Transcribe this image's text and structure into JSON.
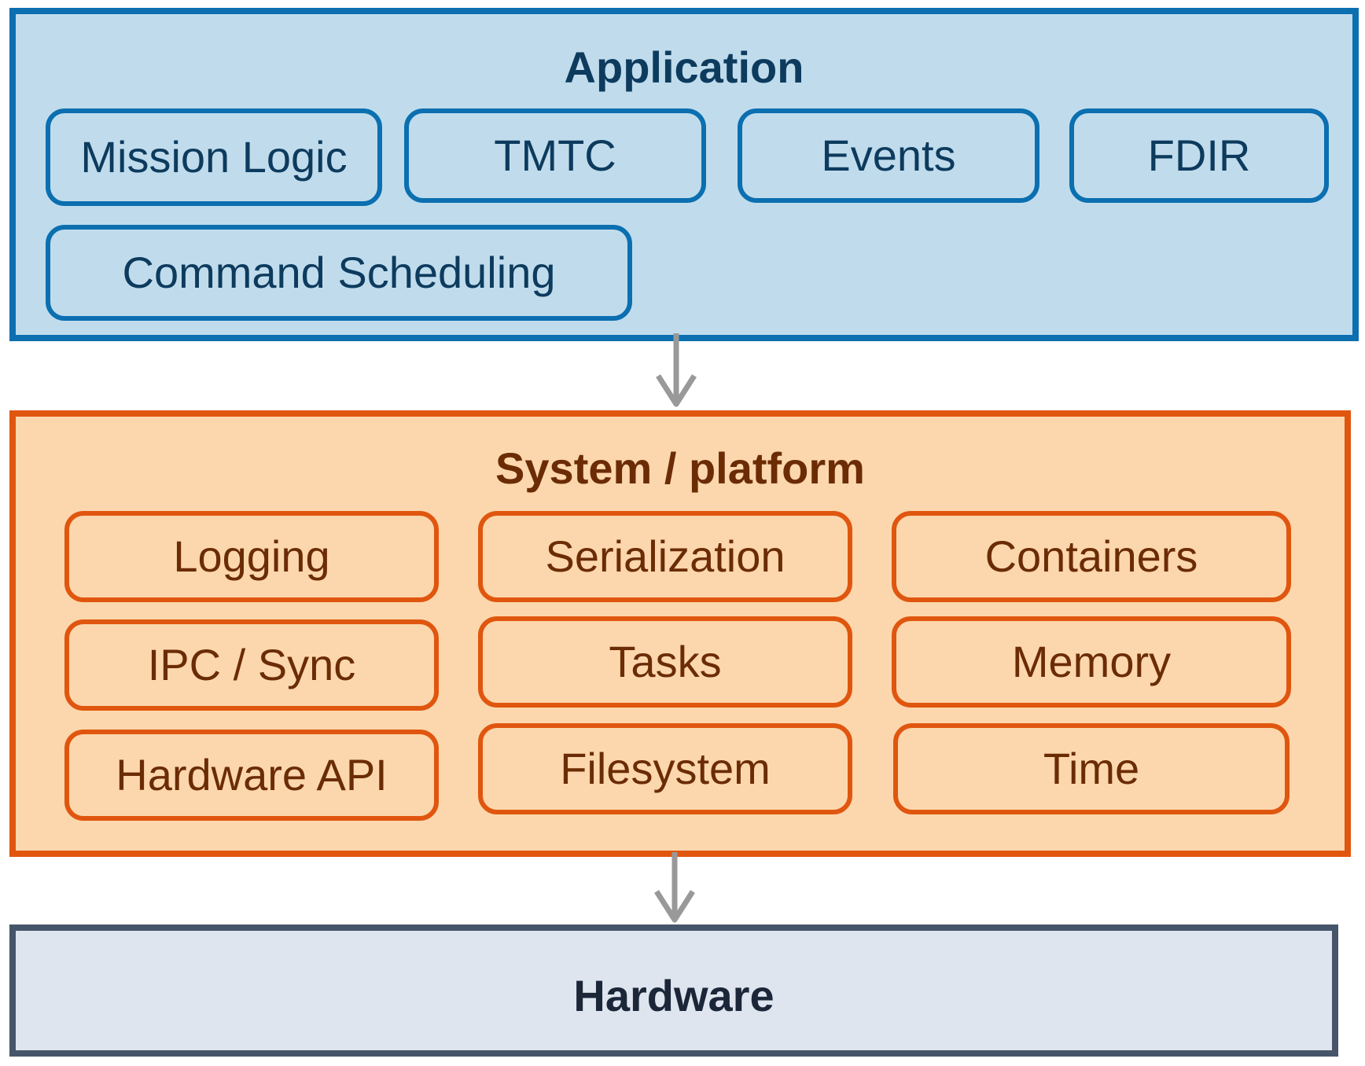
{
  "application": {
    "title": "Application",
    "components": [
      "Mission Logic",
      "TMTC",
      "Events",
      "FDIR",
      "Command Scheduling"
    ]
  },
  "system": {
    "title": "System / platform",
    "components": [
      "Logging",
      "Serialization",
      "Containers",
      "IPC / Sync",
      "Tasks",
      "Memory",
      "Hardware API",
      "Filesystem",
      "Time"
    ]
  },
  "hardware": {
    "title": "Hardware"
  },
  "colors": {
    "application_fill": "#c0dcec",
    "application_border": "#0b6fb0",
    "application_text": "#0d3b5e",
    "system_fill": "#fcd7ad",
    "system_border": "#e0560f",
    "system_text": "#6b2c05",
    "hardware_fill": "#dee5ee",
    "hardware_border": "#465569",
    "hardware_text": "#1b2639",
    "arrow": "#999999"
  }
}
